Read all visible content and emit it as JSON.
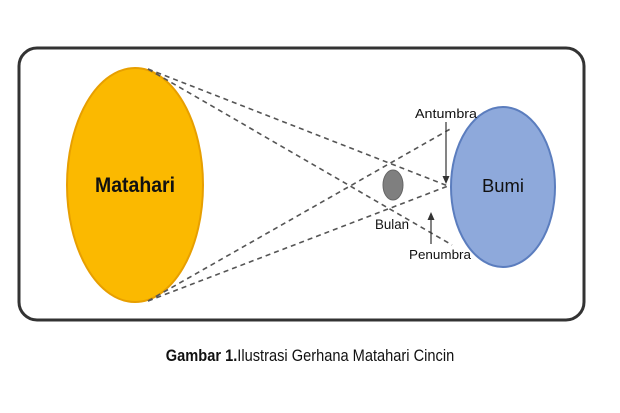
{
  "diagram": {
    "sun_label": "Matahari",
    "earth_label": "Bumi",
    "moon_label": "Bulan",
    "antumbra_label": "Antumbra",
    "penumbra_label": "Penumbra",
    "colors": {
      "sun_fill": "#FBB900",
      "sun_stroke": "#E79F00",
      "earth_fill": "#8EA9DB",
      "earth_stroke": "#5B7DBE",
      "moon_fill": "#7F7F7F",
      "frame": "#333333",
      "lines": "#555555"
    }
  },
  "caption": {
    "prefix": "Gambar 1.",
    "text": "Ilustrasi Gerhana Matahari Cincin"
  }
}
